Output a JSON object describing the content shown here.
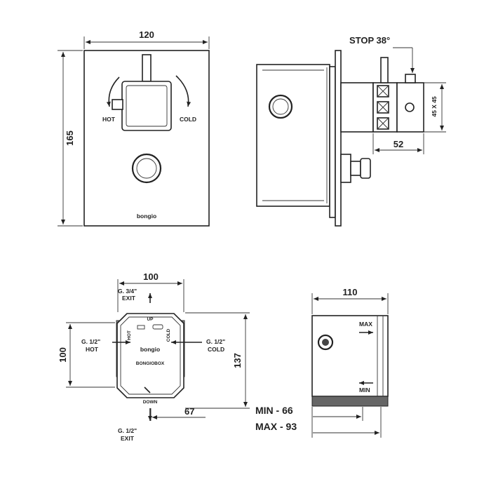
{
  "front_view": {
    "dim_width": "120",
    "dim_height": "165",
    "label_hot": "HOT",
    "label_cold": "COLD",
    "logo": "bongio"
  },
  "side_view": {
    "stop_label": "STOP 38°",
    "dim_square": "45 X 45",
    "dim_depth": "52"
  },
  "box_front": {
    "dim_width": "100",
    "dim_height_left": "100",
    "dim_height_right": "137",
    "dim_offset": "67",
    "exit_top": "G. 3/4\"",
    "exit_top_sub": "EXIT",
    "hot_top": "G. 1/2\"",
    "hot_sub": "HOT",
    "cold_top": "G. 1/2\"",
    "cold_sub": "COLD",
    "exit_bottom": "G. 1/2\"",
    "exit_bottom_sub": "EXIT",
    "up_label": "UP",
    "down_label": "DOWN",
    "box_name": "BONGIOBOX",
    "logo": "bongio",
    "hot_small": "HOT",
    "cold_small": "COLD"
  },
  "box_side": {
    "dim_width": "110",
    "max_label": "MAX",
    "min_label": "MIN",
    "min_text": "MIN -  66",
    "max_text": "MAX -  93"
  }
}
